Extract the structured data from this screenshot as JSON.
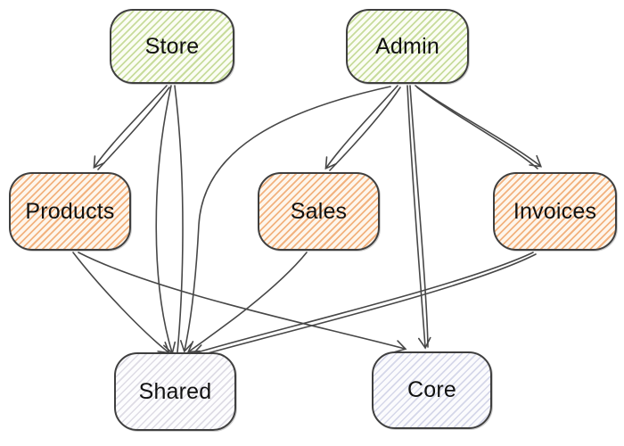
{
  "diagram": {
    "nodes": [
      {
        "id": "store",
        "label": "Store",
        "color_role": "green"
      },
      {
        "id": "admin",
        "label": "Admin",
        "color_role": "green"
      },
      {
        "id": "products",
        "label": "Products",
        "color_role": "orange"
      },
      {
        "id": "sales",
        "label": "Sales",
        "color_role": "orange"
      },
      {
        "id": "invoices",
        "label": "Invoices",
        "color_role": "orange"
      },
      {
        "id": "shared",
        "label": "Shared",
        "color_role": "gray"
      },
      {
        "id": "core",
        "label": "Core",
        "color_role": "blue"
      }
    ],
    "edges": [
      {
        "from": "store",
        "to": "products"
      },
      {
        "from": "store",
        "to": "shared"
      },
      {
        "from": "admin",
        "to": "sales"
      },
      {
        "from": "admin",
        "to": "invoices"
      },
      {
        "from": "admin",
        "to": "core"
      },
      {
        "from": "admin",
        "to": "shared"
      },
      {
        "from": "products",
        "to": "shared"
      },
      {
        "from": "products",
        "to": "core"
      },
      {
        "from": "sales",
        "to": "shared"
      },
      {
        "from": "invoices",
        "to": "shared"
      }
    ],
    "colors": {
      "green_stripe": "#c8dc9c",
      "green_bg": "#fbfdf4",
      "orange_stripe": "#f2b27e",
      "orange_bg": "#fef6ec",
      "gray_stripe": "#dedce5",
      "gray_bg": "#fdfdfe",
      "blue_stripe": "#d5d7e9",
      "blue_bg": "#fbfbfd",
      "edge": "#474747",
      "node_border": "#3f3f3f",
      "text": "#111111"
    }
  }
}
